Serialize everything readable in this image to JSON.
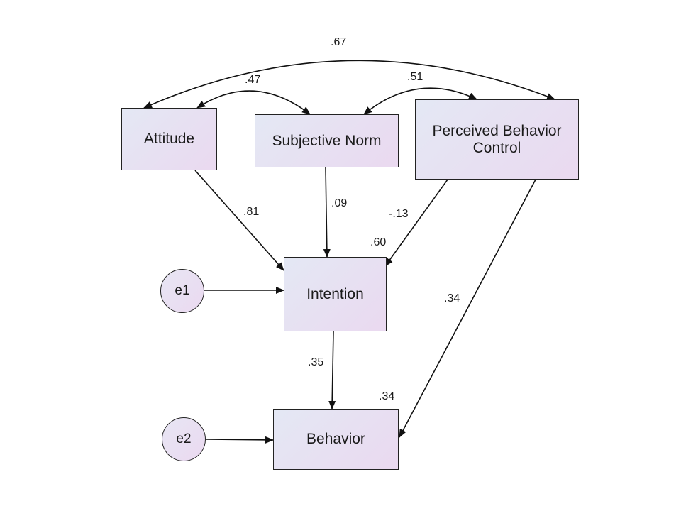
{
  "nodes": {
    "attitude": "Attitude",
    "subjective_norm": "Subjective Norm",
    "pbc_line1": "Perceived Behavior",
    "pbc_line2": "Control",
    "intention": "Intention",
    "behavior": "Behavior",
    "e1": "e1",
    "e2": "e2"
  },
  "correlations": {
    "attitude_pbc": ".67",
    "attitude_norm": ".47",
    "norm_pbc": ".51"
  },
  "paths": {
    "attitude_intention": ".81",
    "norm_intention": ".09",
    "pbc_intention": "-.13",
    "pbc_behavior": ".34",
    "intention_behavior": ".35"
  },
  "r_squared": {
    "intention": ".60",
    "behavior": ".34"
  }
}
